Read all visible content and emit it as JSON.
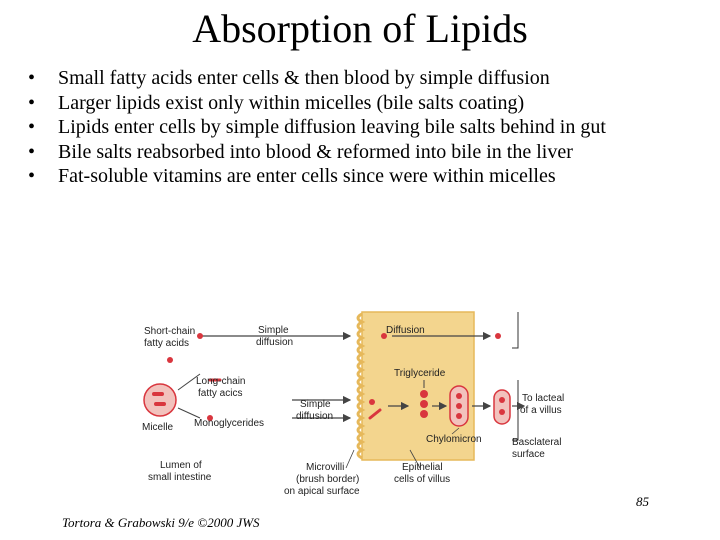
{
  "slide": {
    "title": "Absorption of Lipids",
    "bullets": [
      "Small fatty acids enter cells & then blood by simple diffusion",
      "Larger lipids exist only within micelles (bile salts coating)",
      "Lipids enter cells by simple diffusion leaving bile salts behind in gut",
      "Bile salts reabsorbed into blood & reformed into bile in the liver",
      "Fat-soluble vitamins are enter cells since were within micelles"
    ],
    "page_number": "85",
    "credit": "Tortora & Grabowski 9/e ©2000 JWS"
  },
  "figure": {
    "labels": {
      "short_chain": [
        "Short-chain",
        "fatty acids"
      ],
      "simple_diffusion_top": [
        "Simple",
        "diffusion"
      ],
      "long_chain": [
        "Long-chain",
        "fatty acics"
      ],
      "monoglycerides": "Monoglycerides",
      "micelle": "Micelle",
      "simple_diffusion_mid": [
        "Simple",
        "diffusion"
      ],
      "diffusion": "Diffusion",
      "triglyceride": "Triglyceride",
      "to_lacteal": [
        "To lacteal",
        "of a villus"
      ],
      "chylomicron": "Chylomicron",
      "basolateral": [
        "Basclateral",
        "surface"
      ],
      "lumen": [
        "Lumen of",
        "small intestine"
      ],
      "microvilli": [
        "Microvilli",
        "(brush border)",
        "on apical surface"
      ],
      "epithelial": [
        "Epithelial",
        "cells of villus"
      ]
    },
    "colors": {
      "cell": "#f3d58e",
      "cell_border": "#e6b85a",
      "red": "#d9363e",
      "micelle": "#f2c2bd",
      "arrow": "#444444"
    }
  }
}
